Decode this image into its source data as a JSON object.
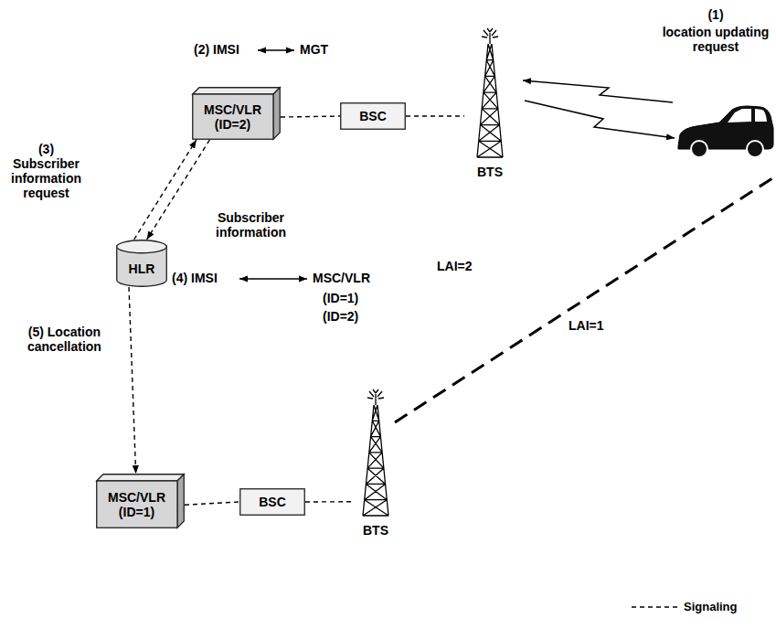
{
  "diagram": {
    "nodes": [
      {
        "text": [
          "MSC/VLR (ID=2)"
        ]
      },
      {
        "text": [
          "BSC"
        ]
      },
      {
        "text": [
          "BTS"
        ]
      },
      {
        "text": [
          "HLR"
        ]
      },
      {
        "text": [
          "MSC/VLR (ID=1)"
        ]
      },
      {
        "text": [
          "BSC"
        ]
      },
      {
        "text": [
          "BTS"
        ]
      }
    ],
    "edges": [
      {
        "from": 0,
        "to": 1,
        "arrow": "none"
      },
      {
        "from": 1,
        "to": 2,
        "arrow": "none"
      },
      {
        "from": 3,
        "to": 0,
        "arrow": "to",
        "label": "(3) Subscriber information request"
      },
      {
        "from": 0,
        "to": 3,
        "arrow": "to",
        "label": "Subscriber information"
      },
      {
        "from": 3,
        "to": 4,
        "arrow": "to",
        "label": "(5) Location cancellation"
      },
      {
        "from": 4,
        "to": 5,
        "arrow": "none"
      },
      {
        "from": 5,
        "to": 6,
        "arrow": "none"
      }
    ],
    "labels": [
      "(1)",
      "location updating request",
      "(2) IMSI",
      "MGT",
      "(4) IMSI",
      "MSC/VLR",
      "(ID=1)",
      "(ID=2)",
      "LAI=2",
      "LAI=1"
    ],
    "legend": [
      {
        "text": "Signaling"
      }
    ]
  }
}
